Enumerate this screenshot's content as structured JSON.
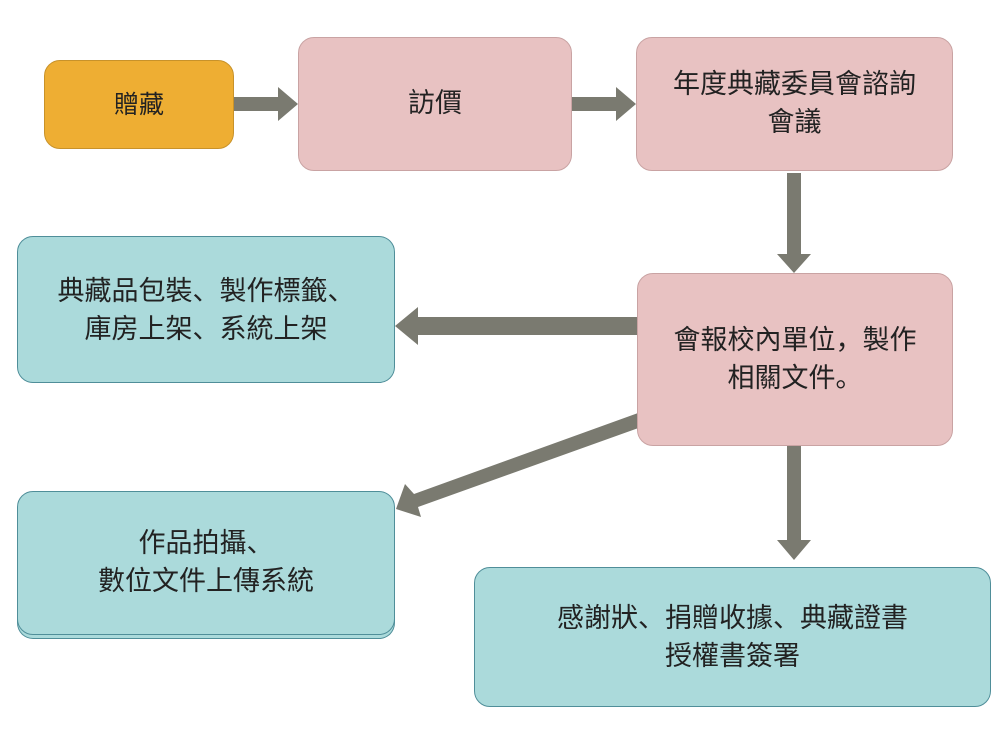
{
  "diagram": {
    "arrow_color": "#7A7A70",
    "nodes": {
      "donation": "贈藏",
      "price_inquiry": "訪價",
      "committee_meeting": "年度典藏委員會諮詢\n會議",
      "report_school": "會報校內單位，製作\n相關文件。",
      "packaging": "典藏品包裝、製作標籤、\n庫房上架、系統上架",
      "photography": "作品拍攝、\n數位文件上傳系統",
      "certificates": "感謝狀、捐贈收據、典藏證書\n授權書簽署"
    },
    "colors": {
      "gift": "#EEAE33",
      "pink": "#E8C2C2",
      "teal": "#ABDADB"
    }
  }
}
